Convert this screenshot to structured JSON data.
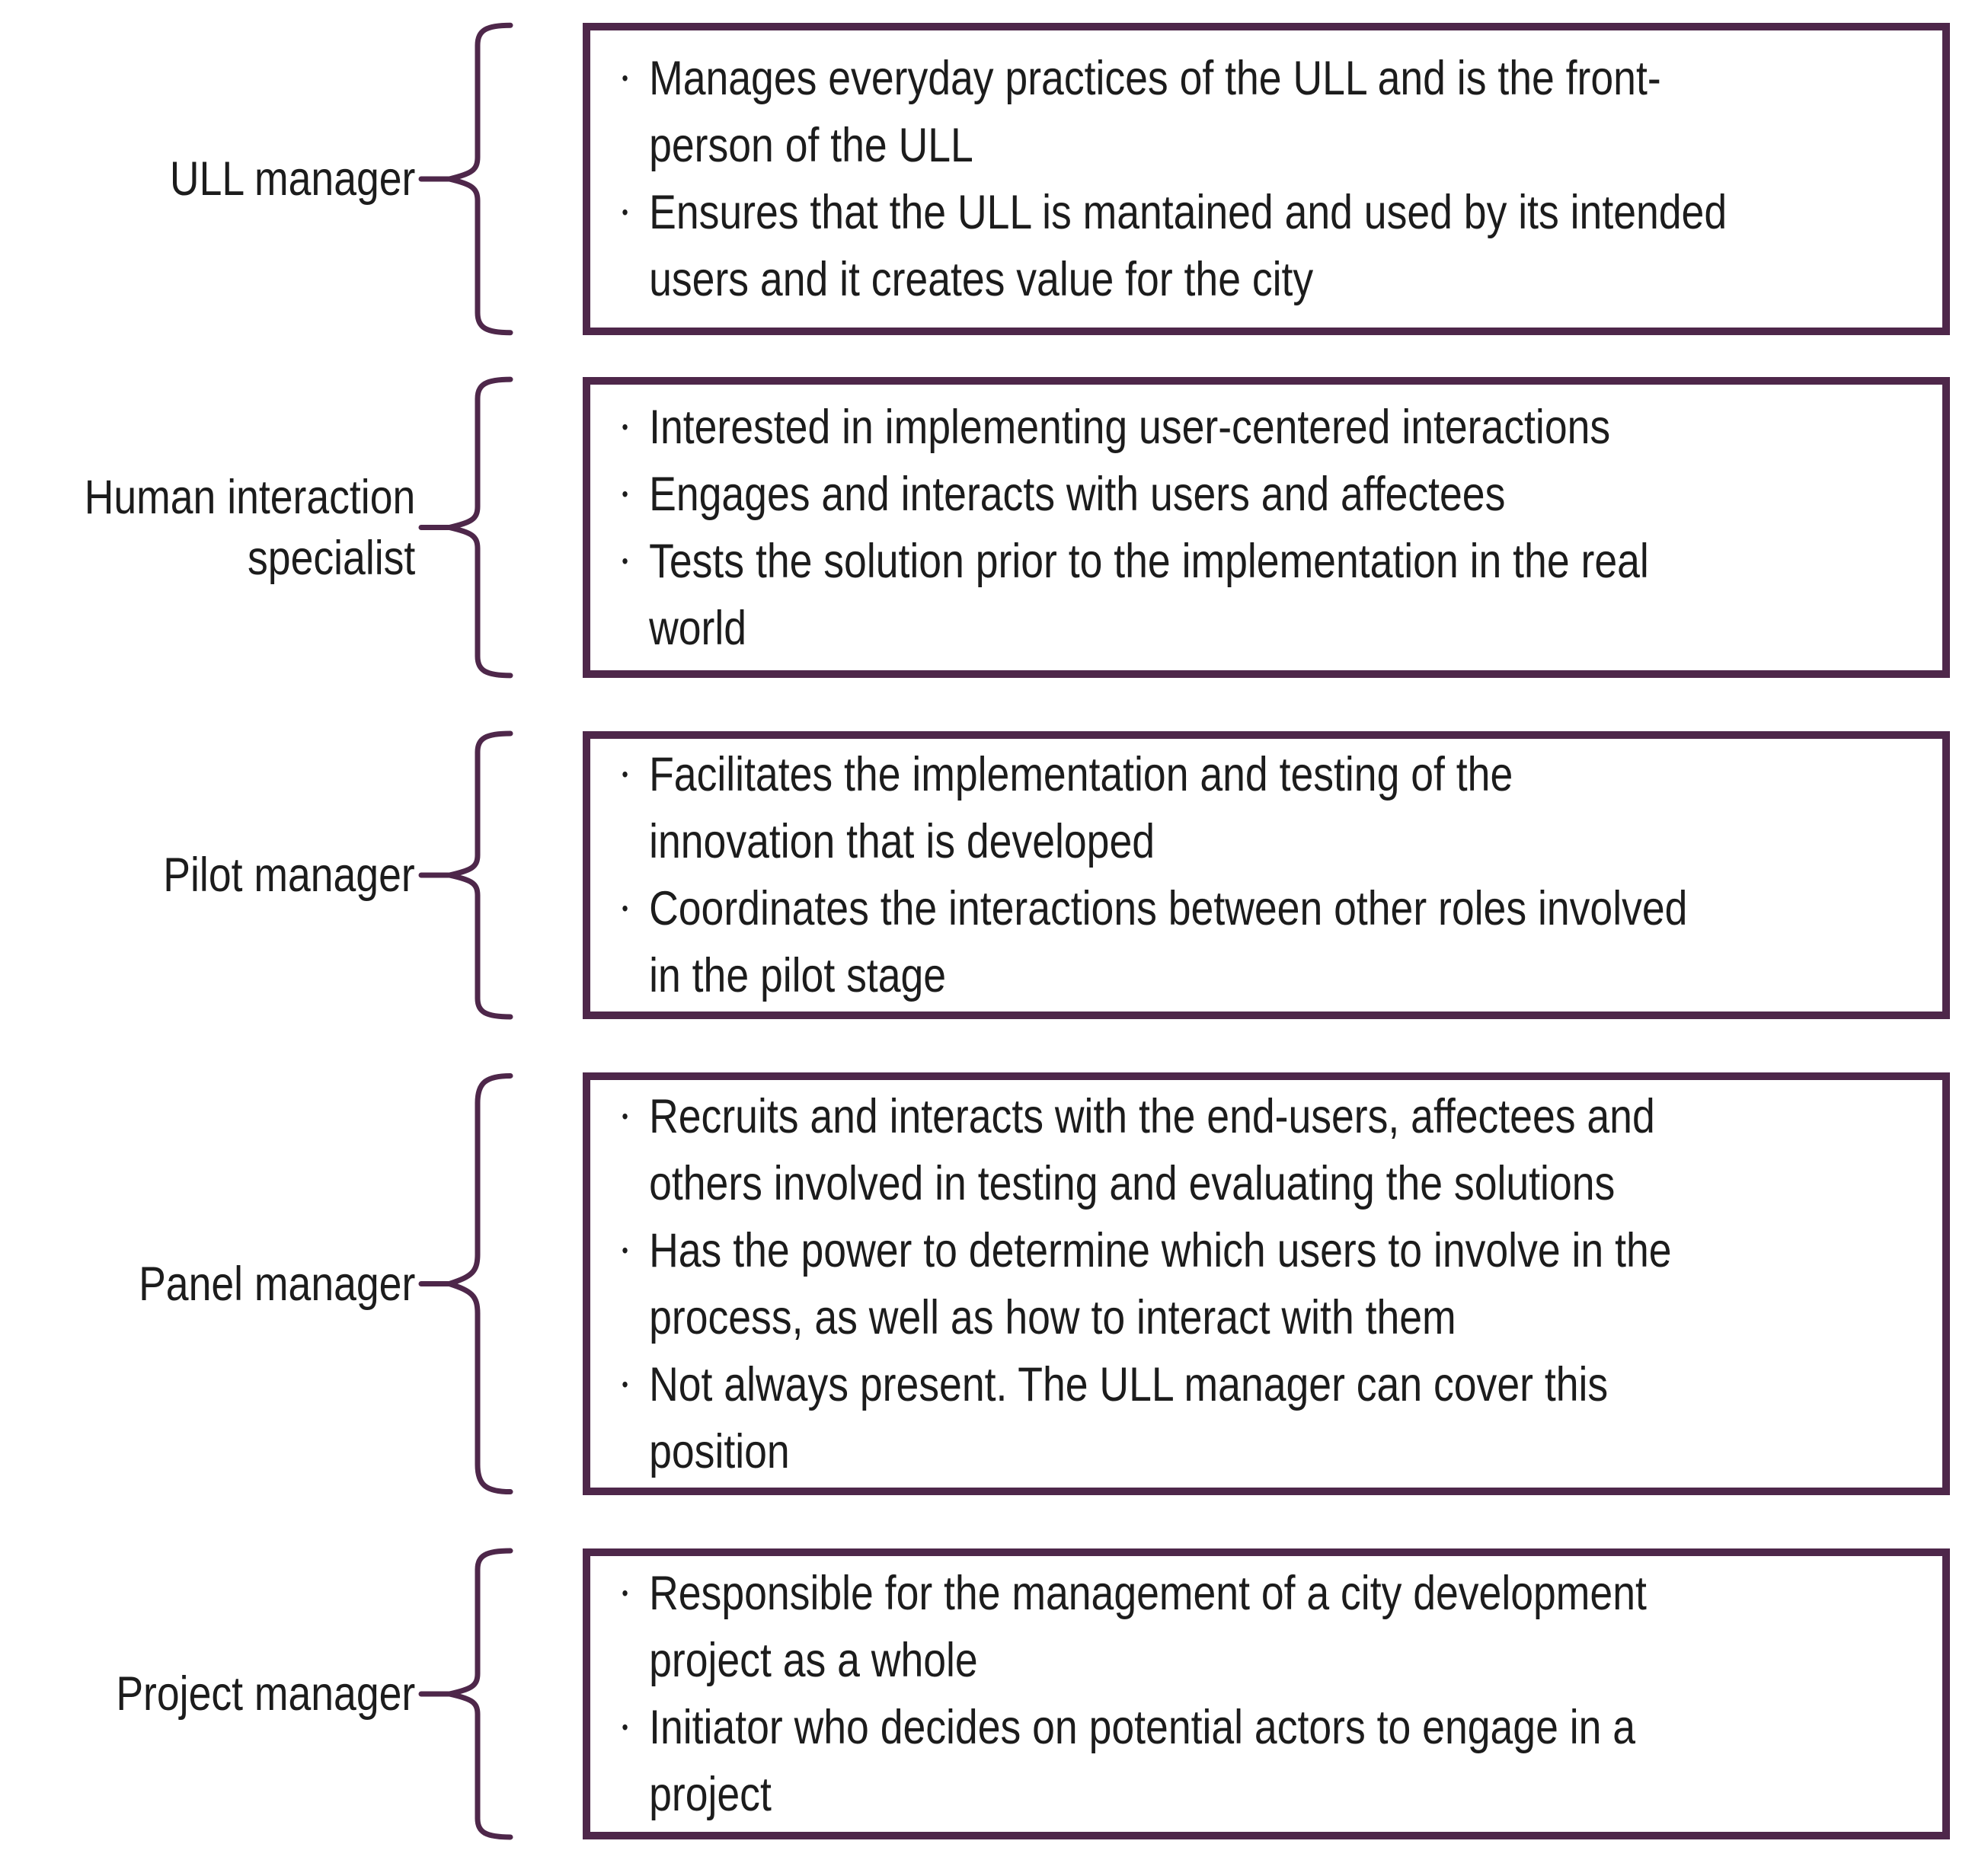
{
  "meta": {
    "accent_color": "#4e274a",
    "text_color": "#1c1c1c",
    "background_color": "#ffffff",
    "bullet_char": "•"
  },
  "rows": [
    {
      "label_lines": [
        "ULL manager"
      ],
      "bullets": [
        {
          "lines": [
            "Manages everyday practices of the ULL and is the front-",
            "person of the ULL"
          ]
        },
        {
          "lines": [
            "Ensures that the ULL is mantained and used by its intended",
            "users and it creates value for the city"
          ]
        }
      ]
    },
    {
      "label_lines": [
        "Human interaction",
        "specialist"
      ],
      "bullets": [
        {
          "lines": [
            "Interested in implementing user-centered interactions"
          ]
        },
        {
          "lines": [
            "Engages and interacts with users and affectees"
          ]
        },
        {
          "lines": [
            "Tests the solution prior to the implementation in the real",
            "world"
          ]
        }
      ]
    },
    {
      "label_lines": [
        "Pilot manager"
      ],
      "bullets": [
        {
          "lines": [
            "Facilitates the implementation and testing of the",
            "innovation that is developed"
          ]
        },
        {
          "lines": [
            "Coordinates the interactions between other roles involved",
            "in the pilot stage"
          ]
        }
      ]
    },
    {
      "label_lines": [
        "Panel manager"
      ],
      "bullets": [
        {
          "lines": [
            "Recruits and interacts with the end-users, affectees and",
            "others involved in testing and evaluating the solutions"
          ]
        },
        {
          "lines": [
            "Has the power to determine which users to involve in the",
            "process, as well as how to interact with them"
          ]
        },
        {
          "lines": [
            "Not always present. The ULL manager can cover this",
            "position"
          ]
        }
      ]
    },
    {
      "label_lines": [
        "Project manager"
      ],
      "bullets": [
        {
          "lines": [
            "Responsible for the management of a city development",
            "project as a whole"
          ]
        },
        {
          "lines": [
            "Initiator who decides on potential actors to engage in a",
            "project"
          ]
        }
      ]
    }
  ]
}
